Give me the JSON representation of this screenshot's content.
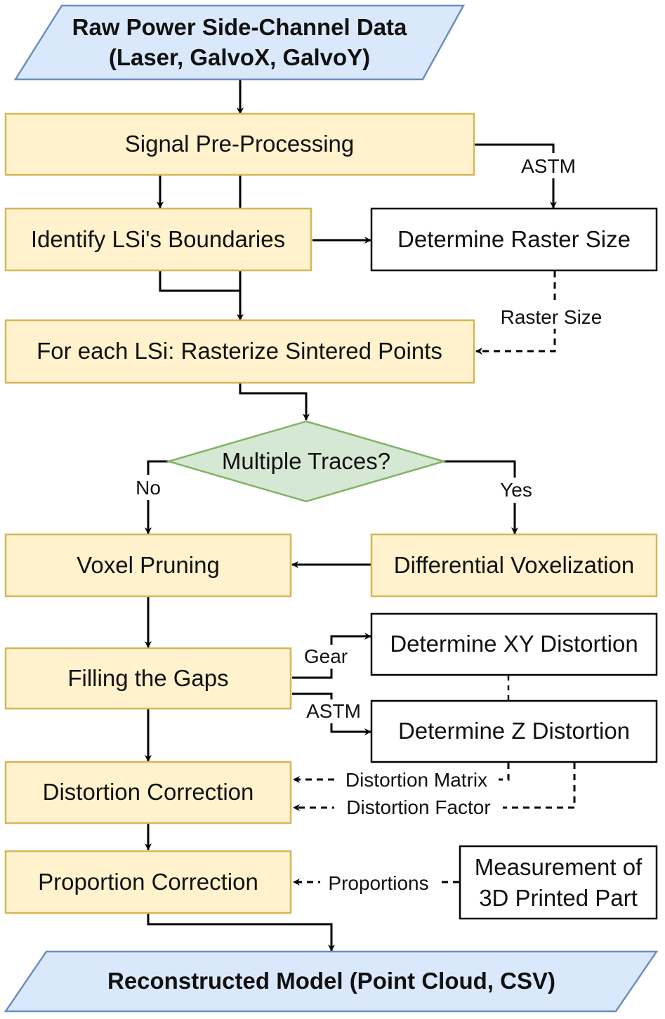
{
  "colors": {
    "io_fill": "#dae8fc",
    "io_stroke": "#6c8ebf",
    "process_fill": "#fff2cc",
    "process_stroke": "#d6b656",
    "decision_fill": "#d5e8d4",
    "decision_stroke": "#82b366",
    "plain_fill": "#ffffff",
    "plain_stroke": "#000000"
  },
  "nodes": {
    "input": {
      "line1": "Raw Power Side-Channel Data",
      "line2": "(Laser, GalvoX, GalvoY)"
    },
    "preprocess": "Signal Pre-Processing",
    "identify": "Identify LSi's Boundaries",
    "raster_size": "Determine Raster Size",
    "rasterize": "For each LSi: Rasterize Sintered Points",
    "decision": "Multiple Traces?",
    "voxel_pruning": "Voxel Pruning",
    "diff_voxel": "Differential Voxelization",
    "filling": "Filling the Gaps",
    "xy_distortion": "Determine XY Distortion",
    "z_distortion": "Determine Z Distortion",
    "distortion_correction": "Distortion Correction",
    "proportion_correction": "Proportion Correction",
    "measurement": {
      "line1": "Measurement of",
      "line2": "3D Printed Part"
    },
    "output": "Reconstructed Model (Point Cloud, CSV)"
  },
  "edge_labels": {
    "astm_top": "ASTM",
    "raster_size": "Raster Size",
    "no": "No",
    "yes": "Yes",
    "gear": "Gear",
    "astm_bottom": "ASTM",
    "distortion_matrix": "Distortion Matrix",
    "distortion_factor": "Distortion Factor",
    "proportions": "Proportions"
  }
}
